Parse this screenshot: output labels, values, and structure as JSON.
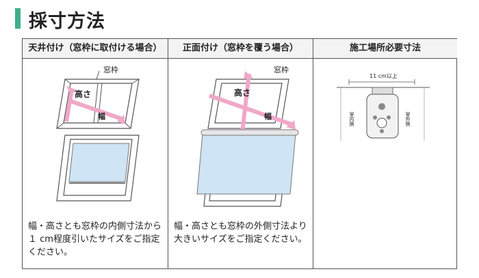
{
  "page": {
    "title": "採寸方法"
  },
  "columns": [
    {
      "header": "天井付け（窓枠に取付ける場合）",
      "labels": {
        "frame": "窓枠",
        "height": "高さ",
        "width": "幅"
      },
      "description": "幅・高さとも窓枠の内側寸法から\n１ cm程度引いたサイズをご指定\nください。"
    },
    {
      "header": "正面付け（窓枠を覆う場合）",
      "labels": {
        "frame": "窓枠",
        "height": "高さ",
        "width": "幅"
      },
      "description": "幅・高さとも窓枠の外側寸法より\n大きいサイズをご指定ください。"
    },
    {
      "header": "施工場所必要寸法",
      "labels": {
        "dimension": "11 cm以上",
        "indoor": "室内側",
        "outdoor": "室外側"
      }
    }
  ],
  "colors": {
    "accent": "#3fae8c",
    "arrow": "#f0a8c8",
    "blind": "#cfe4f4"
  }
}
